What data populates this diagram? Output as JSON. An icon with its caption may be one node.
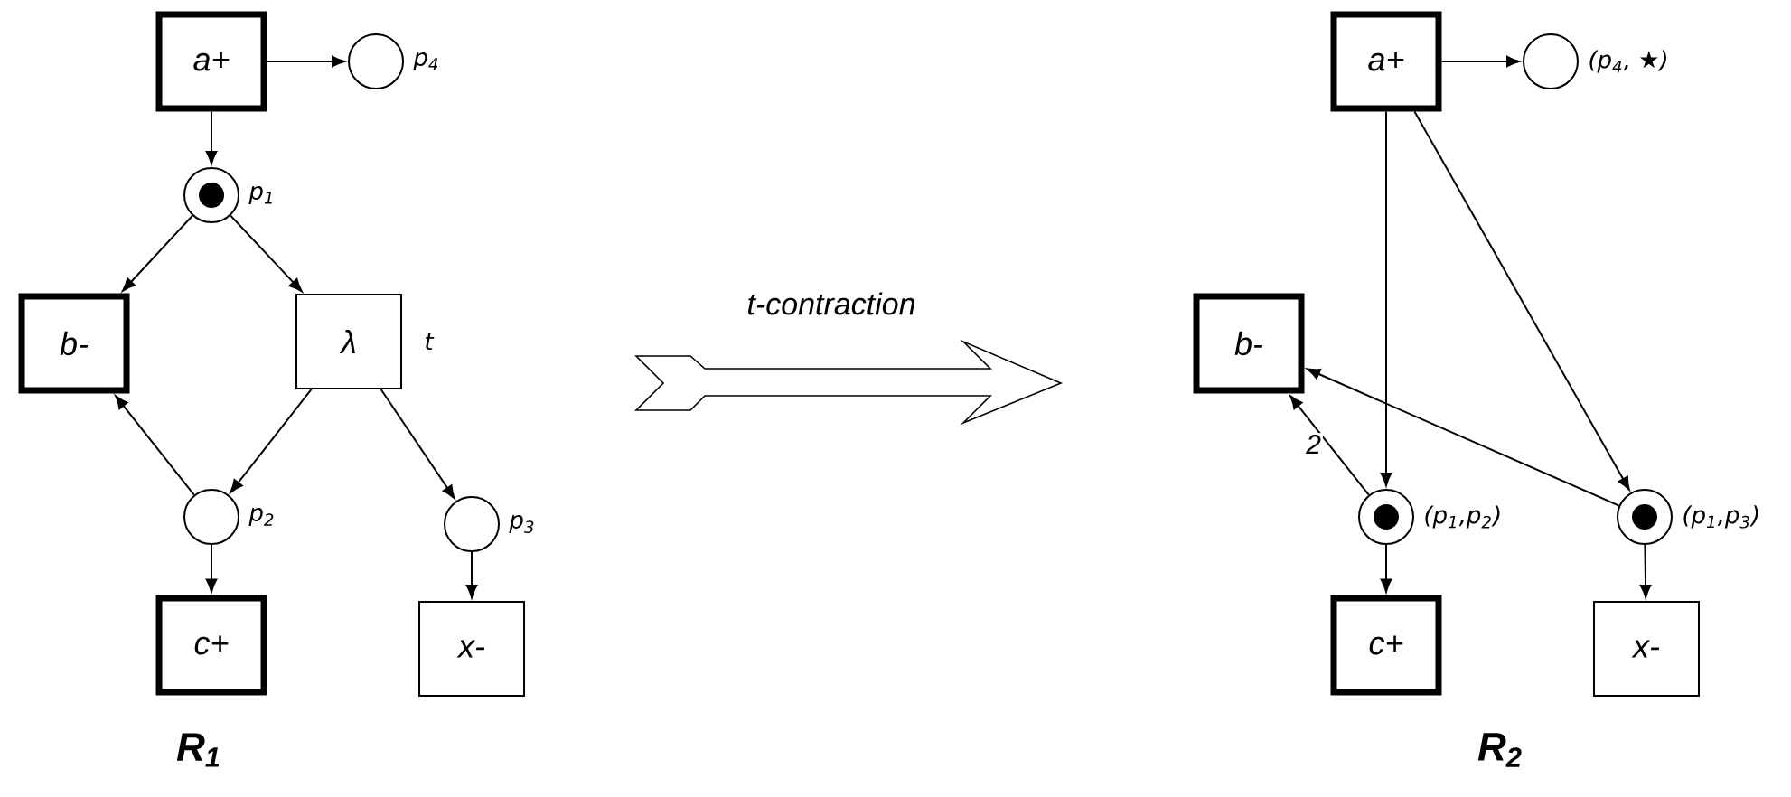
{
  "diagram": {
    "nodes": [
      {
        "text": [
          "a+"
        ]
      },
      {
        "text": [],
        "shape": "circle",
        "beside": [
          "p$_{4}$"
        ]
      },
      {
        "text": [],
        "shape": "circle",
        "beside": [
          "p$_{1}$"
        ]
      },
      {
        "text": [
          "b-"
        ]
      },
      {
        "text": [
          "λ"
        ],
        "beside": [
          "t"
        ]
      },
      {
        "text": [],
        "shape": "circle",
        "beside": [
          "p$_{2}$"
        ]
      },
      {
        "text": [],
        "shape": "circle",
        "beside": [
          "p$_{3}$"
        ]
      },
      {
        "text": [
          "c+"
        ]
      },
      {
        "text": [
          "x-"
        ]
      },
      {
        "text": [
          "a+"
        ]
      },
      {
        "text": [],
        "shape": "circle",
        "beside": [
          "(p$_{4}$, ★)"
        ]
      },
      {
        "text": [
          "b-"
        ]
      },
      {
        "text": [],
        "shape": "circle",
        "beside": [
          "(p$_{1}$,p$_{2}$)"
        ]
      },
      {
        "text": [],
        "shape": "circle",
        "beside": [
          "(p$_{1}$,p$_{3}$)"
        ]
      },
      {
        "text": [
          "c+"
        ]
      },
      {
        "text": [
          "x-"
        ]
      }
    ],
    "edges": [
      {
        "from": 0,
        "to": 1,
        "arrow": "to"
      },
      {
        "from": 0,
        "to": 2,
        "arrow": "to"
      },
      {
        "from": 2,
        "to": 3,
        "arrow": "to"
      },
      {
        "from": 2,
        "to": 4,
        "arrow": "to"
      },
      {
        "from": 4,
        "to": 5,
        "arrow": "to"
      },
      {
        "from": 4,
        "to": 6,
        "arrow": "to"
      },
      {
        "from": 5,
        "to": 3,
        "arrow": "to"
      },
      {
        "from": 5,
        "to": 7,
        "arrow": "to"
      },
      {
        "from": 6,
        "to": 8,
        "arrow": "to"
      },
      {
        "from": 9,
        "to": 10,
        "arrow": "to"
      },
      {
        "from": 9,
        "to": 12,
        "arrow": "to"
      },
      {
        "from": 9,
        "to": 13,
        "arrow": "to"
      },
      {
        "from": 12,
        "to": 11,
        "arrow": "to",
        "label": "2"
      },
      {
        "from": 13,
        "to": 11,
        "arrow": "to"
      },
      {
        "from": 12,
        "to": 14,
        "arrow": "to"
      },
      {
        "from": 13,
        "to": 15,
        "arrow": "to"
      }
    ],
    "labels": [
      "t-contraction",
      "R$_{1}$",
      "R$_{2}$"
    ]
  }
}
